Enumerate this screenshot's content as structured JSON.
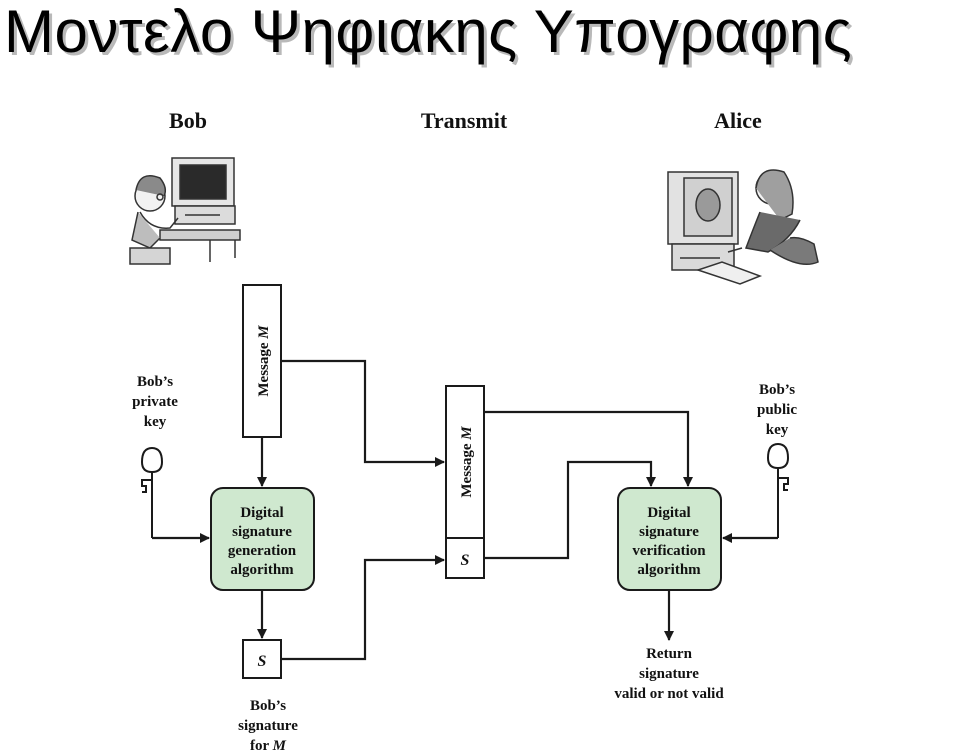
{
  "page": {
    "title": "Μοντελο Ψηφιακης Υπογραφης"
  },
  "diagram": {
    "headers": {
      "sender": "Bob",
      "channel": "Transmit",
      "receiver": "Alice"
    },
    "message_label": "Message",
    "message_var": "M",
    "signature_var": "S",
    "private_key_label": [
      "Bob’s",
      "private",
      "key"
    ],
    "public_key_label": [
      "Bob’s",
      "public",
      "key"
    ],
    "generation_box": [
      "Digital",
      "signature",
      "generation",
      "algorithm"
    ],
    "verification_box": [
      "Digital",
      "signature",
      "verification",
      "algorithm"
    ],
    "output_label": [
      "Return",
      "signature",
      "valid or not valid"
    ],
    "signature_caption": [
      "Bob’s",
      "signature",
      "for"
    ],
    "colors": {
      "algorithm_box_fill": "#cfe8cf",
      "algorithm_box_stroke": "#1a1a1a",
      "line": "#1a1a1a"
    }
  }
}
